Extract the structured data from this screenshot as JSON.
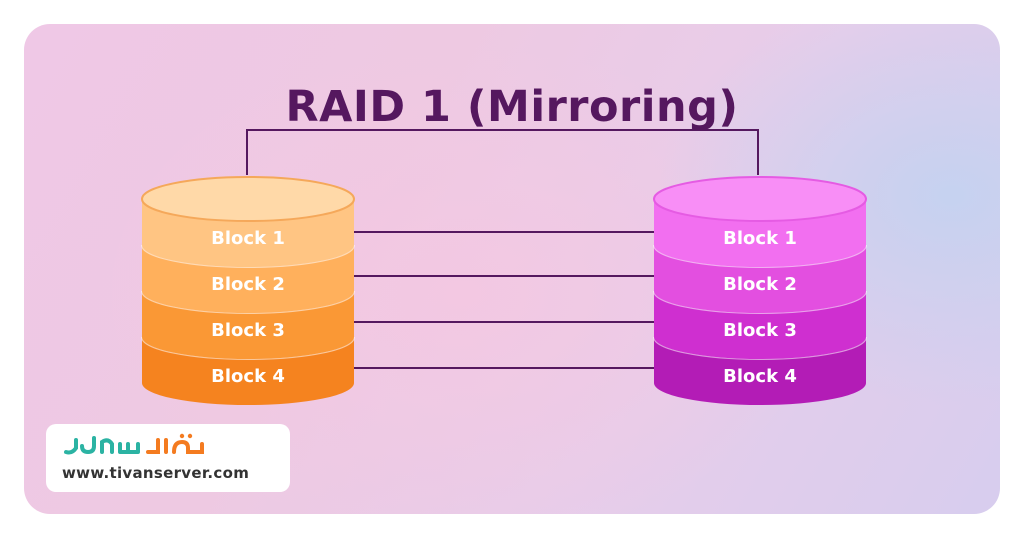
{
  "title": "RAID 1 (Mirroring)",
  "disks": [
    {
      "blocks": [
        "Block 1",
        "Block 2",
        "Block 3",
        "Block 4"
      ],
      "colors": [
        "#ffc583",
        "#ffb05c",
        "#fa9835",
        "#f5831f"
      ],
      "top_color": "#ffd9a8",
      "rim_color": "#f5a85a"
    },
    {
      "blocks": [
        "Block 1",
        "Block 2",
        "Block 3",
        "Block 4"
      ],
      "colors": [
        "#f26ff0",
        "#e34fe0",
        "#cf2fd0",
        "#b31cb6"
      ],
      "top_color": "#f88ef6",
      "rim_color": "#e55be3"
    }
  ],
  "line_color": "#55185f",
  "logo": {
    "url": "www.tivanserver.com",
    "brand_colors": [
      "#2bb3a3",
      "#f47b20"
    ]
  }
}
